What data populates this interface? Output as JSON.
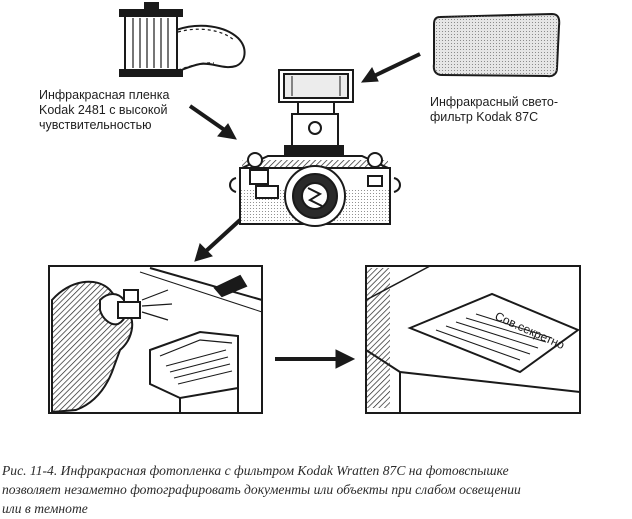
{
  "labels": {
    "film": [
      "Инфракрасная пленка",
      "Kodak 2481 с высокой",
      "чувствительностью"
    ],
    "filter": [
      "Инфракрасный свето-",
      "фильтр Kodak 87C"
    ],
    "stamp": "Сов.секретно"
  },
  "caption": [
    "Рис. 11-4. Инфракрасная фотопленка с фильтром Kodak Wratten 87C на фотовспышке",
    "позволяет незаметно фотографировать документы или объекты при слабом освещении",
    "или в темноте"
  ],
  "colors": {
    "ink": "#1a1a1a",
    "paper": "#ffffff",
    "filter_fill": "#e6e6e6"
  }
}
